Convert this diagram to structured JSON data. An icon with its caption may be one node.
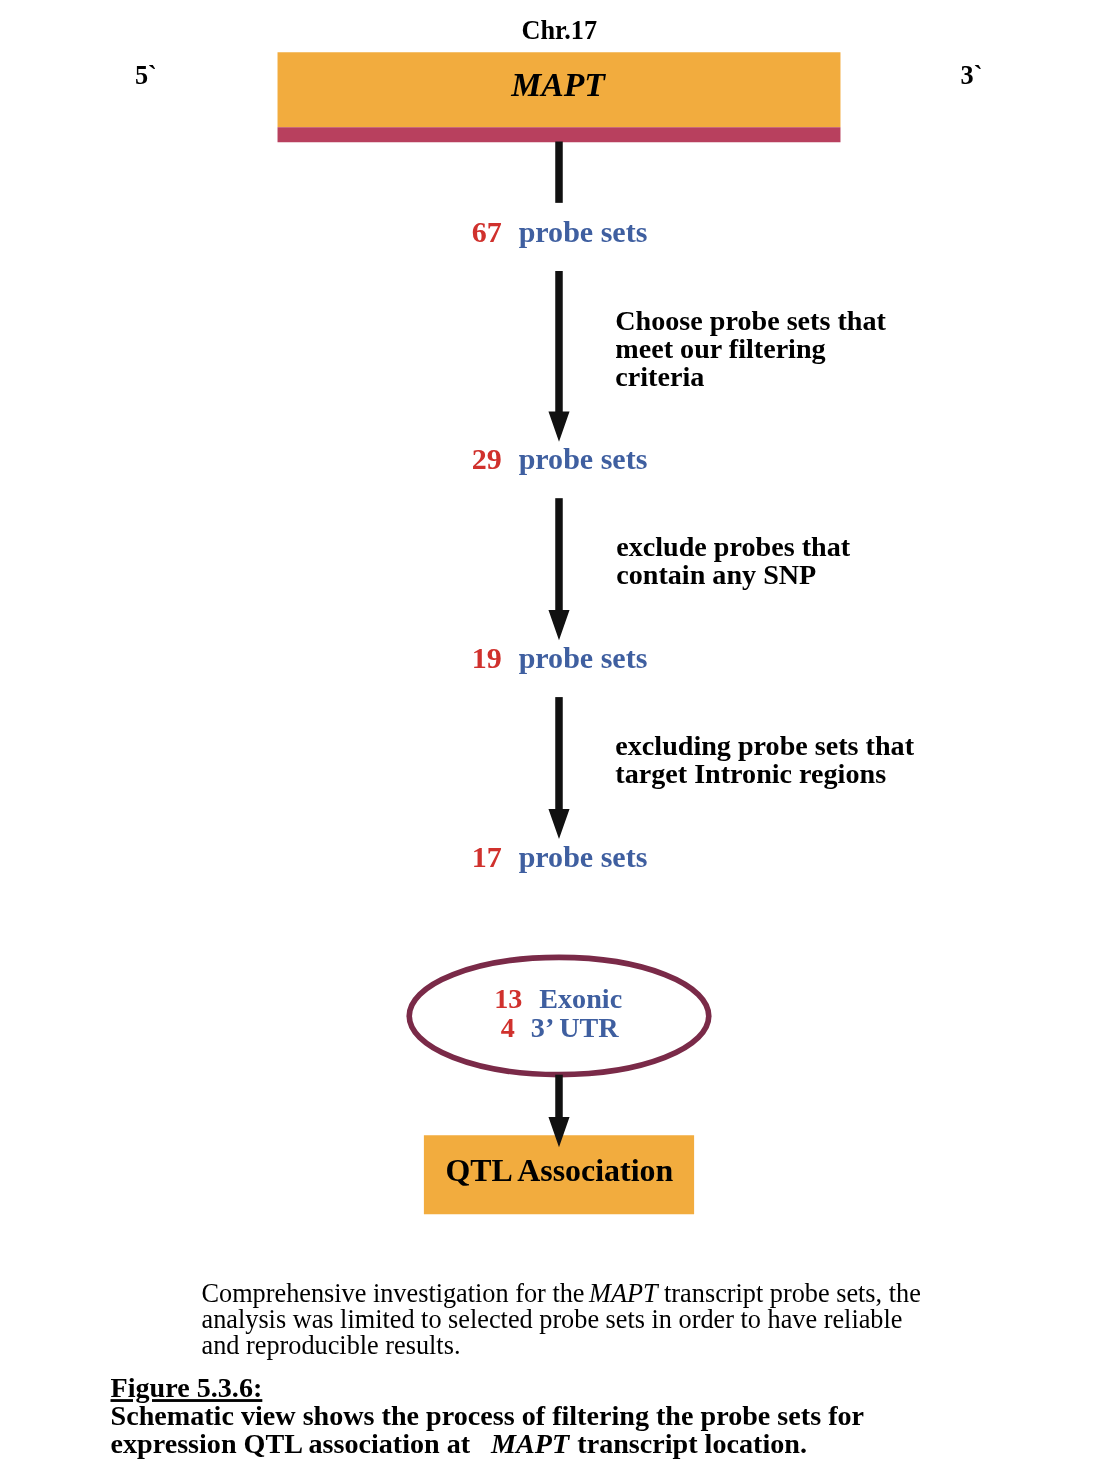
{
  "diagram": {
    "title": "Figure 5.3.6:",
    "caption": "Schematic view shows the process of filtering the probe sets for expression QTL association at *MAPT* transcript location.",
    "nodes": [
      {
        "text": [
          "Chr.17",
          "MAPT"
        ]
      },
      {
        "text": [
          "67 probe sets"
        ]
      },
      {
        "text": [
          "29 probe sets"
        ]
      },
      {
        "text": [
          "19 probe sets"
        ]
      },
      {
        "text": [
          "17 probe sets"
        ]
      },
      {
        "text": [
          "13 Exonic",
          "4 3’ UTR"
        ]
      },
      {
        "text": [
          "QTL Association"
        ]
      }
    ],
    "edges": [
      {
        "from": 0,
        "to": 1,
        "arrow": "none"
      },
      {
        "from": 1,
        "to": 2,
        "arrow": "to",
        "label": "Choose probe sets that meet our filtering criteria"
      },
      {
        "from": 2,
        "to": 3,
        "arrow": "to",
        "label": "exclude probes that contain any SNP"
      },
      {
        "from": 3,
        "to": 4,
        "arrow": "to",
        "label": "excluding probe sets that target Intronic regions"
      },
      {
        "from": 5,
        "to": 6,
        "arrow": "to"
      }
    ],
    "labels": [
      "5`",
      "3`",
      "Comprehensive investigation for the *MAPT* transcript probe sets, the analysis was limited to selected probe sets in order to have reliable and reproducible results."
    ]
  }
}
